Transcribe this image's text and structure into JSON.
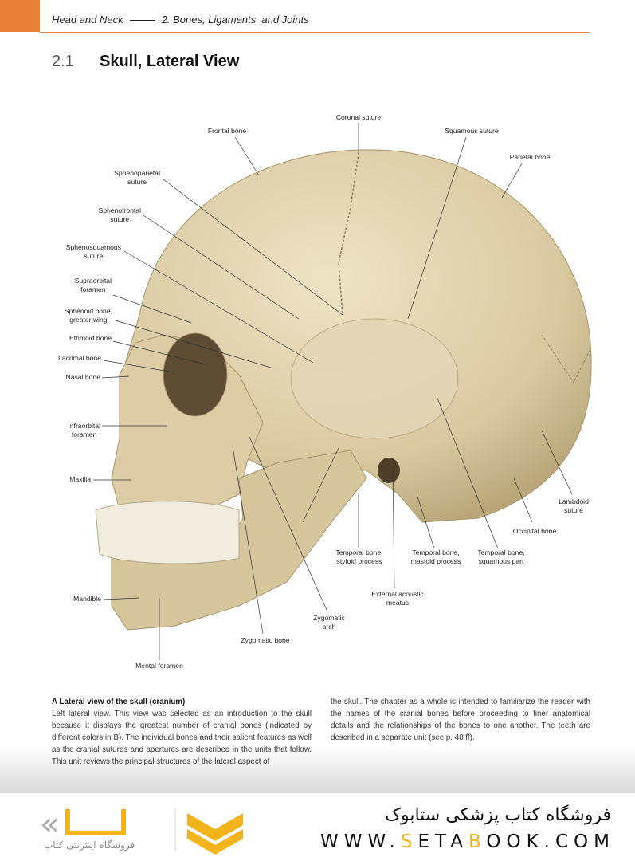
{
  "header": {
    "section": "Head and Neck",
    "chapter": "2. Bones, Ligaments, and Joints",
    "accent_color": "#e9803a"
  },
  "title": {
    "number": "2.1",
    "text": "Skull, Lateral View"
  },
  "labels": {
    "frontal_bone": "Frontal bone",
    "coronal_suture": "Coronal suture",
    "squamous_suture": "Squamous suture",
    "parietal_bone": "Parietal bone",
    "sphenoparietal_suture": "Sphenoparietal\nsuture",
    "sphenofrontal_suture": "Sphenofrontal\nsuture",
    "sphenosquamous_suture": "Sphenosquamous\nsuture",
    "supraorbital_foramen": "Supraorbital\nforamen",
    "sphenoid_greater_wing": "Sphenoid bone,\ngreater wing",
    "ethmoid_bone": "Ethmoid bone",
    "lacrimal_bone": "Lacrimal bone",
    "nasal_bone": "Nasal bone",
    "infraorbital_foramen": "Infraorbital\nforamen",
    "maxilla": "Maxilla",
    "mandible": "Mandible",
    "mental_foramen": "Mental foramen",
    "zygomatic_bone": "Zygomatic bone",
    "zygomatic_arch": "Zygomatic\narch",
    "external_acoustic_meatus": "External acoustic\nmeatus",
    "styloid_process": "Temporal bone,\nstyloid process",
    "mastoid_process": "Temporal bone,\nmastoid process",
    "squamous_part": "Temporal bone,\nsquamous part",
    "occipital_bone": "Occipital bone",
    "lambdoid_suture": "Lambdoid\nsuture"
  },
  "caption": {
    "heading": "A  Lateral view of the skull (cranium)",
    "col1": "Left lateral view. This view was selected as an introduction to the skull because it displays the greatest number of cranial bones (indicated by different colors in B). The individual bones and their salient features as well as the cranial sutures and apertures are described in the units that follow. This unit reviews the principal structures of the lateral aspect of",
    "col2": "the skull. The chapter as a whole is intended to familiarize the reader with the names of the cranial bones before proceeding to finer anatomical details and the relationships of the bones to one another. The teeth are described in a separate unit (see p. 48 ff)."
  },
  "footer": {
    "store_name": "فروشگاه کتاب پزشکی ستابوک",
    "url_parts": [
      "WWW.",
      "S",
      "ETA",
      "B",
      "OOK.COM"
    ],
    "logo_subtitle": "فروشگاه اینترنتی کتاب",
    "logo_color": "#f2b31b"
  }
}
